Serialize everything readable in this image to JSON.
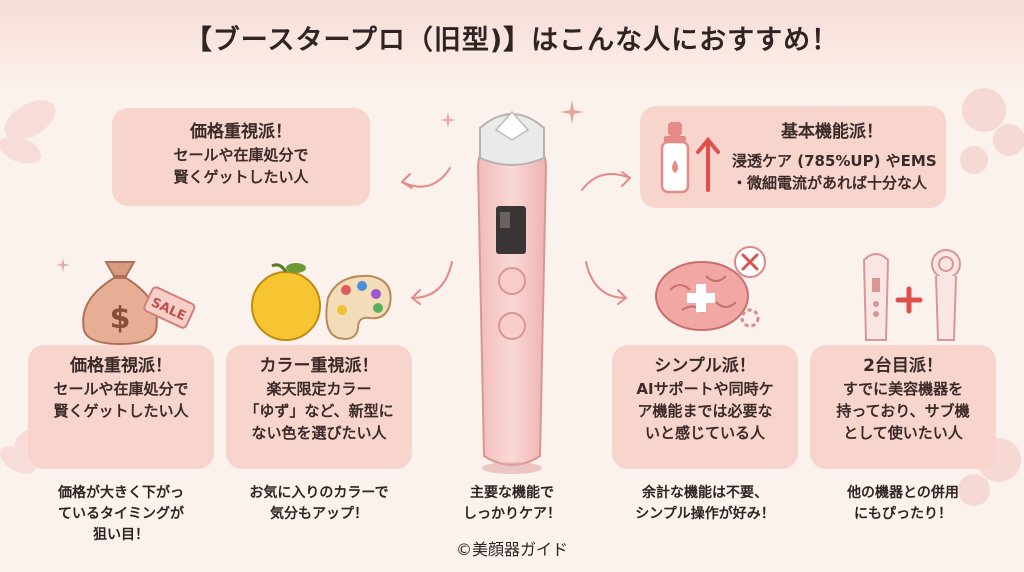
{
  "title": "【ブースタープロ（旧型)】はこんな人におすすめ！",
  "top_left_box": {
    "heading": "価格重視派！",
    "line1": "セールや在庫処分で",
    "line2": "賢くゲットしたい人"
  },
  "top_right_box": {
    "heading": "基本機能派！",
    "line1": "浸透ケア (785%UP) やEMS",
    "line2": "・微細電流があれば十分な人"
  },
  "cards": [
    {
      "heading": "価格重視派！",
      "lines": [
        "セールや在庫処分で",
        "賢くゲットしたい人"
      ],
      "caption": [
        "価格が大きく下がっ",
        "ているタイミングが",
        "狙い目！"
      ]
    },
    {
      "heading": "カラー重視派！",
      "lines": [
        "楽天限定カラー",
        "「ゆず」など、新型に",
        "ない色を選びたい人"
      ],
      "caption": [
        "お気に入りのカラーで",
        "気分もアップ！"
      ]
    },
    {
      "heading": "シンプル派！",
      "lines": [
        "AIサポートや同時ケ",
        "ア機能までは必要な",
        "いと感じている人"
      ],
      "caption": [
        "余計な機能は不要、",
        "シンプル操作が好み！"
      ]
    },
    {
      "heading": "2台目派！",
      "lines": [
        "すでに美容機器を",
        "持っており、サブ機",
        "として使いたい人"
      ],
      "caption": [
        "他の機器との併用",
        "にもぴったり！"
      ]
    }
  ],
  "center_caption": [
    "主要な機能で",
    "しっかりケア！"
  ],
  "price_tag_text": "SALE",
  "money_symbol": "$",
  "copyright": "©美顔器ガイド",
  "colors": {
    "card_bg": "#f7d5cd",
    "accent": "#e58a86",
    "background": "#fbf1ed",
    "device": "#f4c9c6"
  }
}
